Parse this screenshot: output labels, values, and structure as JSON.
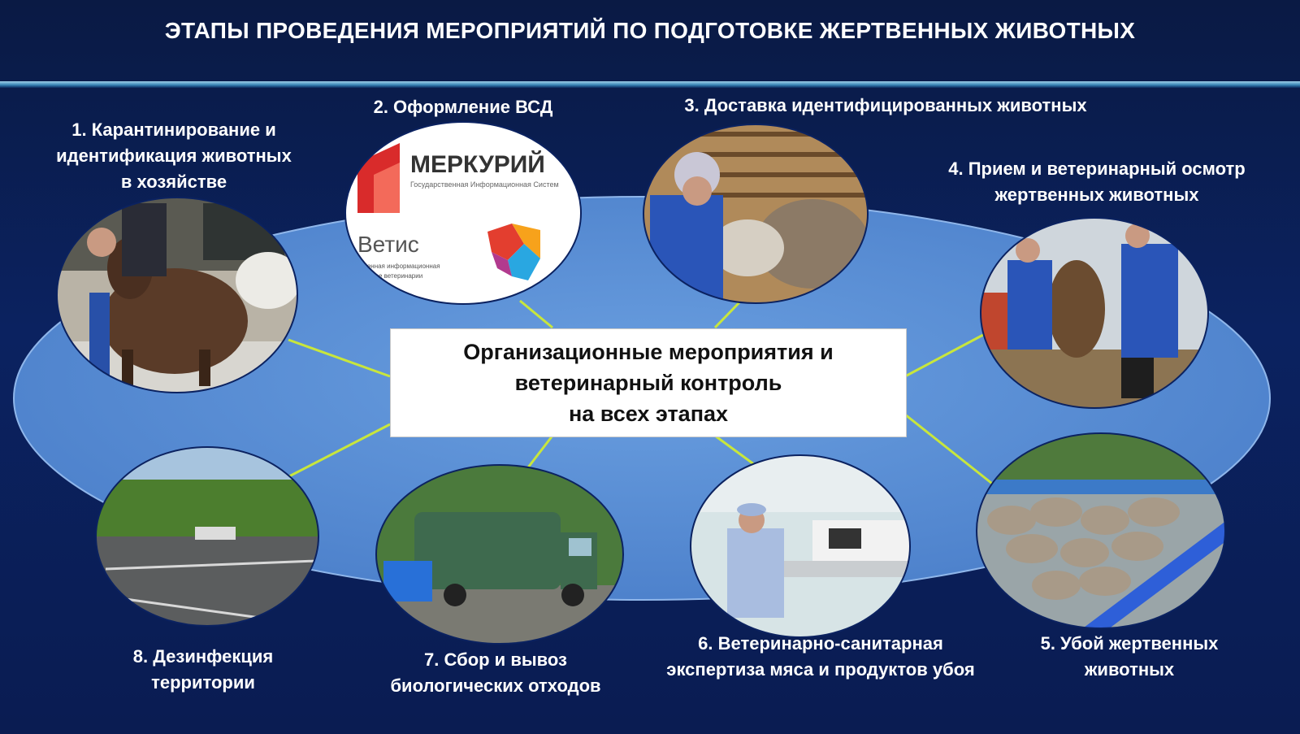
{
  "title": "ЭТАПЫ ПРОВЕДЕНИЯ МЕРОПРИЯТИЙ ПО ПОДГОТОВКЕ  ЖЕРТВЕННЫХ  ЖИВОТНЫХ",
  "center": {
    "line1": "Организационные мероприятия и",
    "line2": "ветеринарный контроль",
    "line3": "на всех этапах"
  },
  "stages": [
    {
      "lines": [
        "1. Карантинирование и",
        "идентификация  животных",
        "в хозяйстве"
      ]
    },
    {
      "lines": [
        "2. Оформление ВСД"
      ]
    },
    {
      "lines": [
        "3. Доставка идентифицированных животных"
      ]
    },
    {
      "lines": [
        "4. Прием и ветеринарный осмотр",
        "жертвенных животных"
      ]
    },
    {
      "lines": [
        "5. Убой жертвенных",
        "животных"
      ]
    },
    {
      "lines": [
        "6. Ветеринарно-санитарная",
        "экспертиза мяса и продуктов убоя"
      ]
    },
    {
      "lines": [
        "7. Сбор и вывоз",
        "биологических отходов"
      ]
    },
    {
      "lines": [
        "8. Дезинфекция",
        "территории"
      ]
    }
  ],
  "logos": {
    "mercury": "МЕРКУРИЙ",
    "mercury_sub": "Государственная Информационная Систем",
    "vetis": "Ветис",
    "vetis_sub1": "ственная информационная",
    "vetis_sub2": "в сфере ветеринарии"
  },
  "colors": {
    "background": "#0b2260",
    "ellipse": "#5b8fd6",
    "connector": "#c8e63c",
    "center_box": "#ffffff",
    "mercury_red": "#d92b2b",
    "lab_coat": "#2a55b8"
  }
}
